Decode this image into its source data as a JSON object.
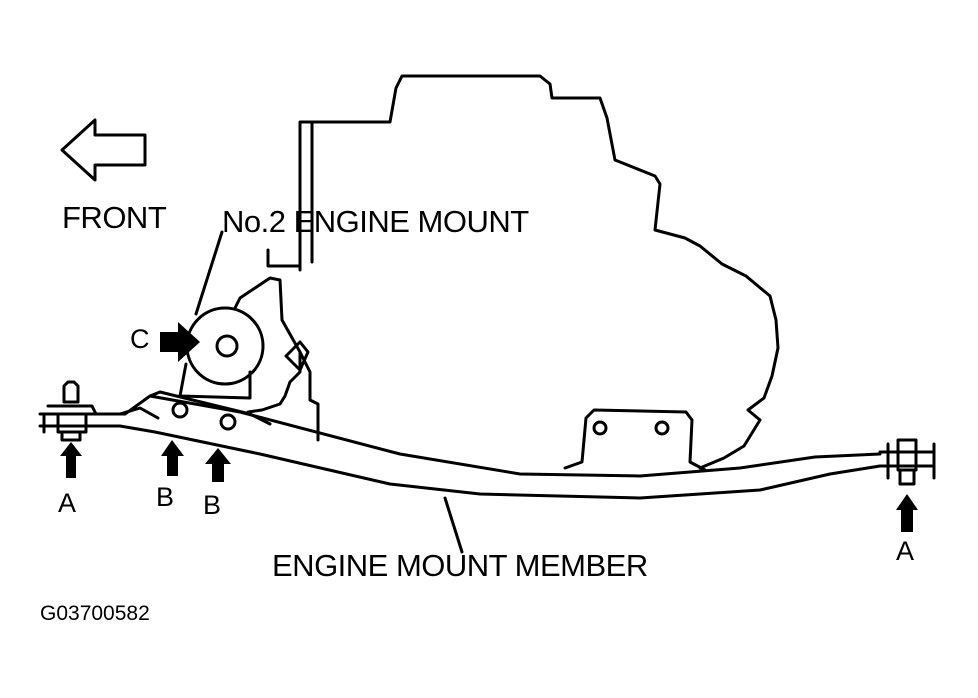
{
  "labels": {
    "front": "FRONT",
    "engine_mount": "No.2 ENGINE MOUNT",
    "member": "ENGINE MOUNT MEMBER",
    "bolt_a": "A",
    "bolt_b": "B",
    "bolt_c": "C",
    "figure_code": "G03700582"
  },
  "colors": {
    "ink": "#000000",
    "paper": "#ffffff"
  },
  "icons": [
    "front-direction-arrow-icon",
    "bolt-pointer-arrow-icon"
  ]
}
